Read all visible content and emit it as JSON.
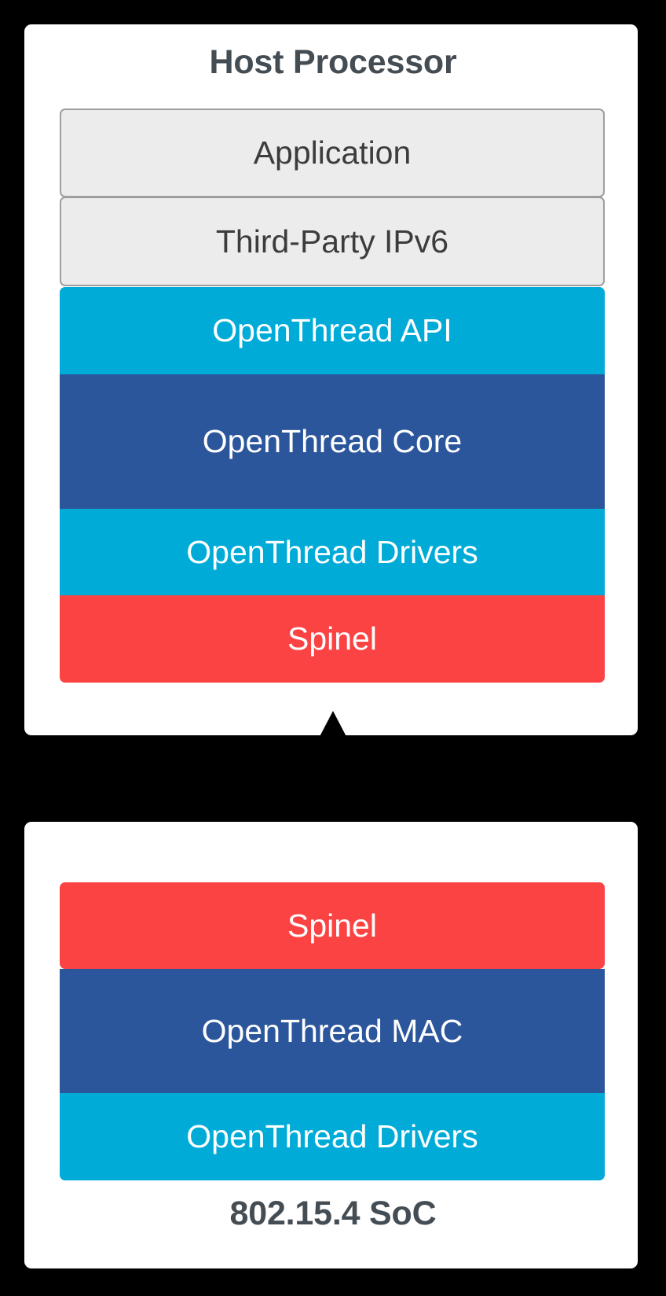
{
  "diagram": {
    "title": "OpenThread RCP / Host architecture stack",
    "background": "#000000",
    "palette": {
      "card": "#ffffff",
      "neutral_fill": "#ececec",
      "neutral_border": "#9e9e9e",
      "neutral_text": "#3c3c3c",
      "cyan": "#00abd8",
      "blue": "#2c569c",
      "red": "#fc4344",
      "title_text": "#454d54",
      "solid_text": "#ffffff",
      "arrow": "#000000"
    }
  },
  "host_card": {
    "title": "Host Processor",
    "title_position": "top",
    "layers": [
      {
        "label": "Application",
        "style": "neutral"
      },
      {
        "label": "Third-Party IPv6",
        "style": "neutral"
      },
      {
        "label": "OpenThread API",
        "style": "cyan"
      },
      {
        "label": "OpenThread Core",
        "style": "blue"
      },
      {
        "label": "OpenThread Drivers",
        "style": "cyan"
      },
      {
        "label": "Spinel",
        "style": "red"
      }
    ]
  },
  "soc_card": {
    "title": "802.15.4 SoC",
    "title_position": "bottom",
    "layers": [
      {
        "label": "Spinel",
        "style": "red"
      },
      {
        "label": "OpenThread MAC",
        "style": "blue"
      },
      {
        "label": "OpenThread Drivers",
        "style": "cyan"
      }
    ]
  },
  "connector": {
    "name": "spinel-link",
    "kind": "double-headed-arrow",
    "orientation": "vertical",
    "from": "Spinel (Host Processor)",
    "to": "Spinel (802.15.4 SoC)",
    "label": ""
  }
}
